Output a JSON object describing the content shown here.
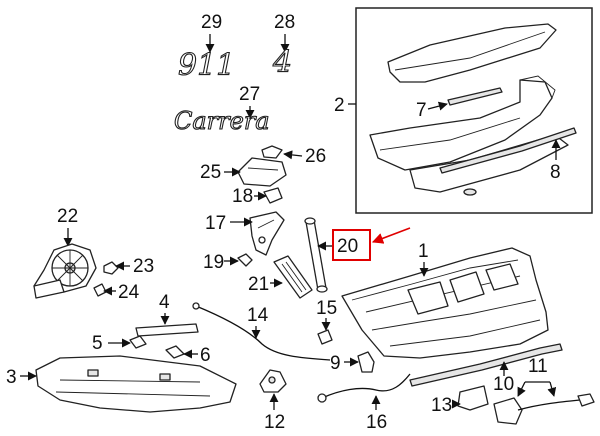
{
  "callouts": {
    "c2": "2",
    "c3": "3",
    "c4": "4",
    "c5": "5",
    "c6": "6",
    "c7": "7",
    "c8": "8",
    "c9": "9",
    "c10": "10",
    "c11": "11",
    "c12": "12",
    "c13": "13",
    "c14": "14",
    "c15": "15",
    "c16": "16",
    "c17": "17",
    "c18": "18",
    "c19": "19",
    "c20": "20",
    "c21": "21",
    "c22": "22",
    "c23": "23",
    "c24": "24",
    "c25": "25",
    "c26": "26",
    "c27": "27",
    "c28": "28",
    "c29": "29",
    "c1": "1"
  },
  "emblems": {
    "model": "911",
    "variant": "4",
    "name": "Carrera"
  },
  "colors": {
    "highlight": "#e00000",
    "ink": "#111111",
    "fill": "#ffffff"
  }
}
